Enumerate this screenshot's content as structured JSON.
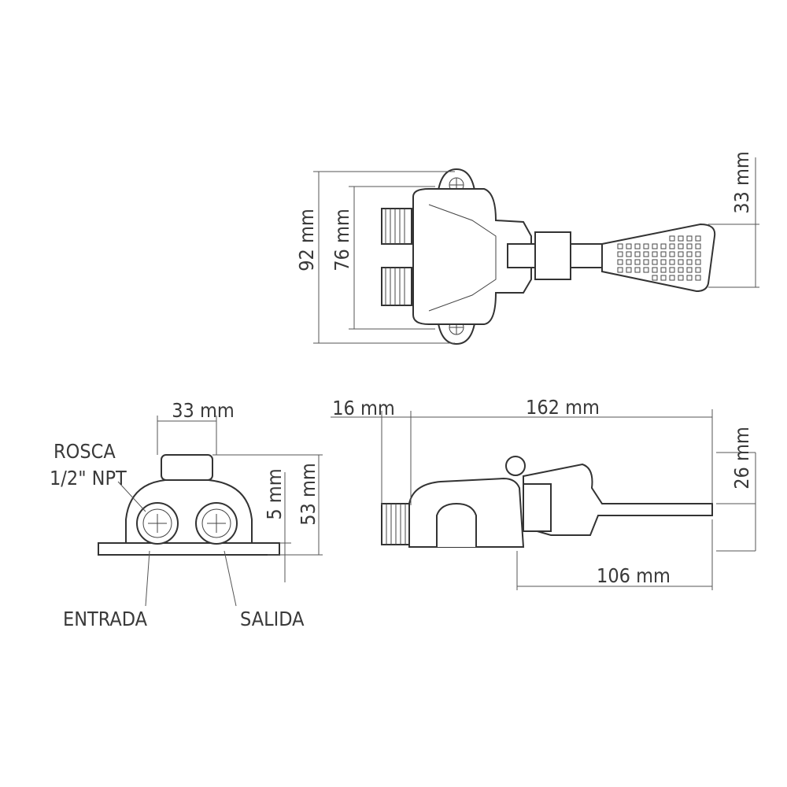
{
  "top_view": {
    "dim_total_height": "92 mm",
    "dim_mount_height": "76 mm",
    "dim_pedal_width": "33 mm"
  },
  "front_view": {
    "dim_inlet_spacing": "33 mm",
    "thread_label_line1": "ROSCA",
    "thread_label_line2": "1/2\" NPT",
    "dim_base_offset": "5 mm",
    "dim_height": "53 mm",
    "inlet_label": "ENTRADA",
    "outlet_label": "SALIDA"
  },
  "side_view": {
    "dim_thread_length": "16 mm",
    "dim_total_length": "162 mm",
    "dim_pedal_height": "26 mm",
    "dim_lever_length": "106 mm"
  }
}
